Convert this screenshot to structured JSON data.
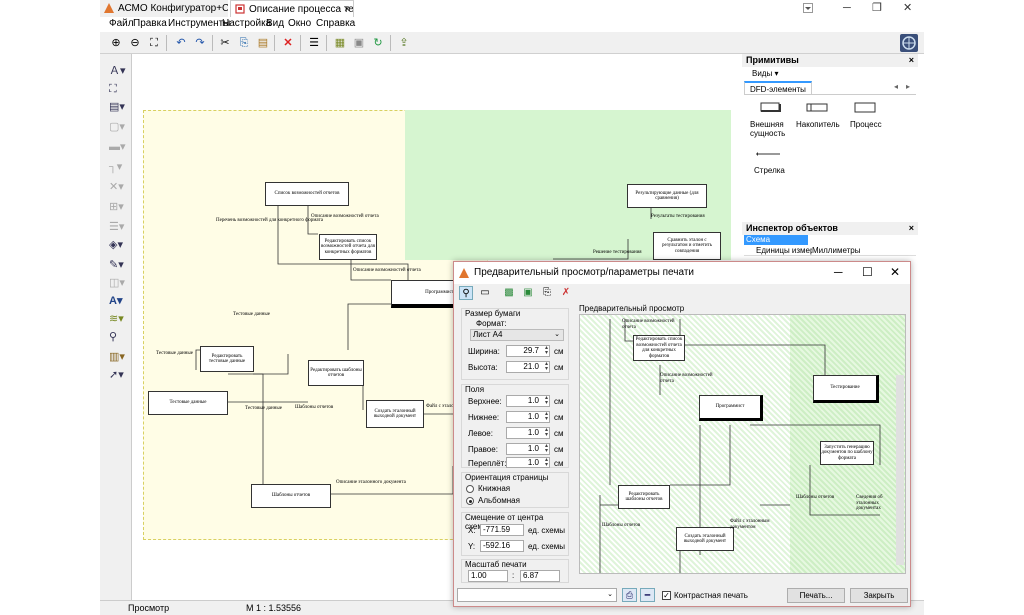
{
  "window": {
    "tab_inactive": "АСМО Конфигуратор+Систе",
    "tab_active": "Описание процесса тест",
    "close_glyph": "×",
    "minimize_glyph": "─",
    "restore_glyph": "❐",
    "window_close_glyph": "✕"
  },
  "menu": [
    "Файл",
    "Правка",
    "Инструменты",
    "Настройка",
    "Вид",
    "Окно",
    "Справка"
  ],
  "diagram": {
    "boxes": [
      "Список возможностей отчетов",
      "Редактировать список возможностей отчета для конкретных форматов",
      "Программист",
      "Редактировать тестовые данные",
      "Тестовые данные",
      "Редактировать шаблоны отчетов",
      "Создать эталонный выходной документ",
      "Шаблоны отчетов",
      "Результирующие данные (для сравнения)",
      "Сравнить эталон с результатом и отметить совпадения"
    ],
    "labels": [
      "Перечень возможностей для конкретного формата",
      "Описание возможностей отчета",
      "Описание возможностей отчета",
      "Тестовые данные",
      "Тестовые данные",
      "Тестовые данные",
      "Шаблоны отчетов",
      "Файл с эталонным документом",
      "Описание эталонного документа",
      "Результаты тестирования",
      "Решение тестирования"
    ]
  },
  "primitives": {
    "title": "Примитивы",
    "views_label": "Виды ▾",
    "tab": "DFD-элементы",
    "items": [
      "Внешняя сущность",
      "Накопитель",
      "Процесс",
      "Стрелка"
    ]
  },
  "inspector": {
    "title": "Инспектор объектов",
    "selected": "Схема",
    "property_name": "Единицы измерения",
    "property_value": "Миллиметры"
  },
  "statusbar": {
    "mode": "Просмотр",
    "scale": "М 1 : 1.53556"
  },
  "dialog": {
    "title": "Предварительный просмотр/параметры печати",
    "paper_group": "Размер бумаги",
    "format_label": "Формат:",
    "format_value": "Лист А4",
    "width_label": "Ширина:",
    "width_value": "29.7",
    "height_label": "Высота:",
    "height_value": "21.0",
    "unit_cm": "см",
    "margins_group": "Поля",
    "margin_top_label": "Верхнее:",
    "margin_bottom_label": "Нижнее:",
    "margin_left_label": "Левое:",
    "margin_right_label": "Правое:",
    "margin_binding_label": "Переплёт:",
    "margin_value": "1.0",
    "orientation_group": "Ориентация страницы",
    "portrait": "Книжная",
    "landscape": "Альбомная",
    "offset_group": "Смещение от центра схемы",
    "x_label": "X:",
    "x_value": "-771.59",
    "y_label": "Y:",
    "y_value": "-592.16",
    "offset_unit": "ед. схемы",
    "scale_group": "Масштаб печати",
    "scale_a": "1.00",
    "scale_sep": ":",
    "scale_b": "6.87",
    "preview_label": "Предварительный просмотр",
    "contrast_label": "Контрастная печать",
    "print_button": "Печать...",
    "close_button": "Закрыть",
    "preview_boxes": [
      "Редактировать список возможностей отчета для конкретных форматов",
      "Программист",
      "Тестирование",
      "Редактировать шаблоны отчетов",
      "Создать эталонный выходной документ",
      "Запустить генерацию документов по шаблону формата"
    ],
    "preview_labels": [
      "Описание возможностей отчета",
      "Описание возможностей отчета",
      "Шаблоны отчетов",
      "Файл с эталонным документом",
      "Шаблоны отчетов",
      "Сведения об эталонных документах"
    ]
  },
  "colors": {
    "accent": "#cc5a2a",
    "yellow_zone": "#fffde6",
    "green_zone": "#d6f5d0",
    "selection": "#3399ff"
  }
}
